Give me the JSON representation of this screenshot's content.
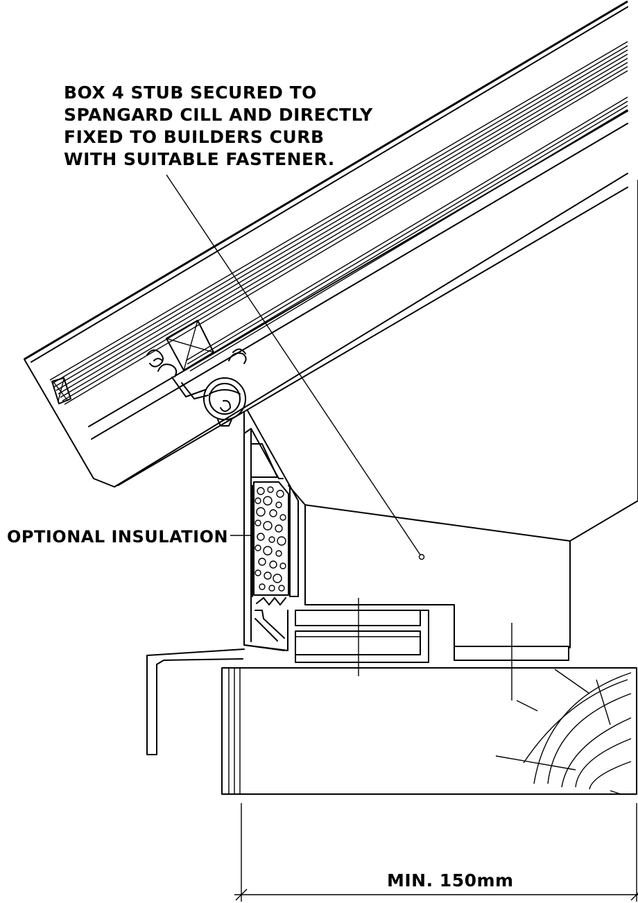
{
  "annotations": {
    "box_stub": [
      "BOX 4 STUB SECURED TO",
      "SPANGARD CILL AND DIRECTLY",
      "FIXED TO BUILDERS CURB",
      "WITH SUITABLE FASTENER."
    ],
    "insulation": "OPTIONAL INSULATION",
    "dimension": "MIN. 150mm"
  }
}
